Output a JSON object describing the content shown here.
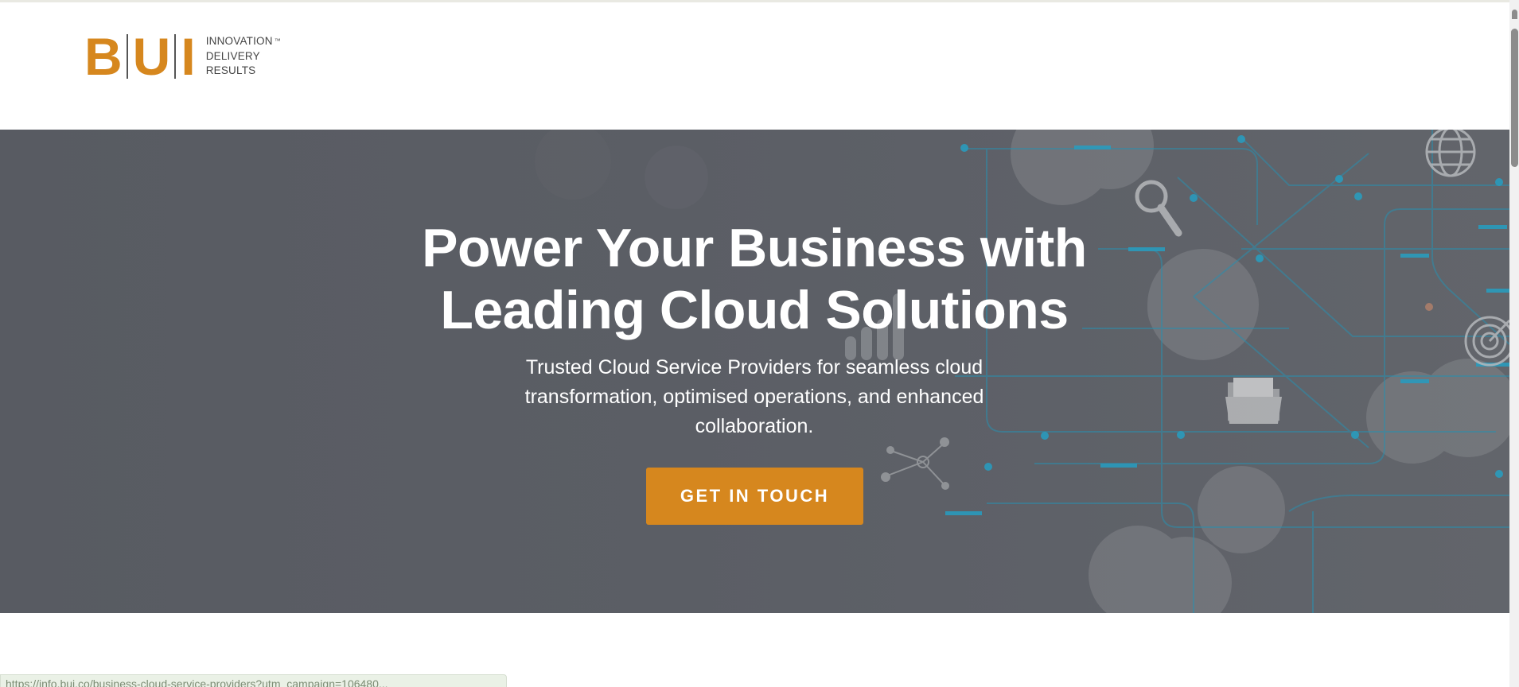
{
  "logo": {
    "letters": [
      "B",
      "U",
      "I"
    ],
    "tagline": [
      "INNOVATION",
      "DELIVERY",
      "RESULTS"
    ],
    "trademark": "™",
    "brand_color": "#d6871e"
  },
  "hero": {
    "title_line1": "Power Your Business with",
    "title_line2": "Leading Cloud Solutions",
    "subtitle": "Trusted Cloud Service Providers for seamless cloud transformation, optimised operations, and enhanced collaboration.",
    "cta_label": "GET IN TOUCH",
    "background_color": "#5b5e65",
    "accent_color": "#2a9bbd"
  },
  "status_bar": {
    "url": "https://info.bui.co/business-cloud-service-providers?utm_campaign=106480..."
  },
  "icons": [
    "search-icon",
    "globe-icon",
    "target-icon",
    "folder-icon",
    "bar-chart-icon",
    "network-icon"
  ]
}
